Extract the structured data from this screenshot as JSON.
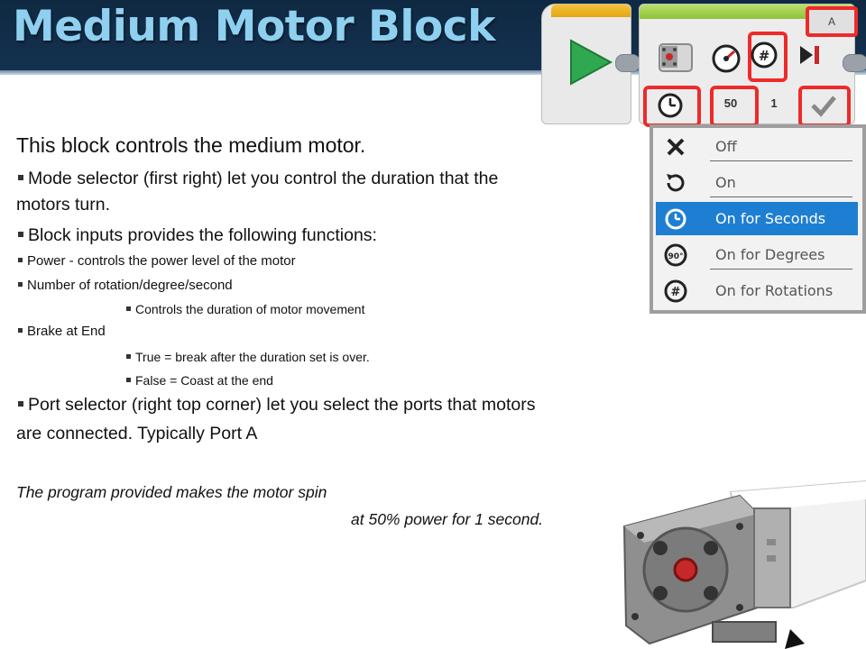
{
  "title": "Medium Motor Block",
  "body": {
    "intro": "This block controls the medium motor.",
    "bullet_mode_line1": "Mode selector (first right) let you control the duration that the",
    "bullet_mode_line2": "motors turn.",
    "bullet_inputs": "Block inputs provides the following functions:",
    "sub_power": "Power - controls the power level of the motor",
    "sub_rotation": "Number of rotation/degree/second",
    "subsub_duration": "Controls the duration of motor movement",
    "sub_brake": "Brake at End",
    "subsub_true": "True = break after the duration set is over.",
    "subsub_false": "False = Coast at the end",
    "bullet_port_line1": "Port selector (right top corner) let you select the ports that motors",
    "bullet_port_line2": "are connected. Typically Port A",
    "note_line1": "The program provided makes the motor spin",
    "note_line2": "at 50% power  for 1 second."
  },
  "block": {
    "port": "A",
    "power_value": "50",
    "duration_value": "1"
  },
  "mode_menu": {
    "items": [
      {
        "label": "Off",
        "icon": "x-icon",
        "selected": false
      },
      {
        "label": "On",
        "icon": "rotate-icon",
        "selected": false
      },
      {
        "label": "On for Seconds",
        "icon": "clock-rotate-icon",
        "selected": true
      },
      {
        "label": "On for Degrees",
        "icon": "degrees-rotate-icon",
        "selected": false
      },
      {
        "label": "On for Rotations",
        "icon": "hash-rotate-icon",
        "selected": false
      }
    ],
    "selected_color": "#1e7fd2"
  },
  "colors": {
    "header_bg": "#14314f",
    "title": "#8fd0f0",
    "highlight_box": "#ee2a2a",
    "start_bar": "#f4c23a",
    "motor_bar": "#8ec23a"
  }
}
